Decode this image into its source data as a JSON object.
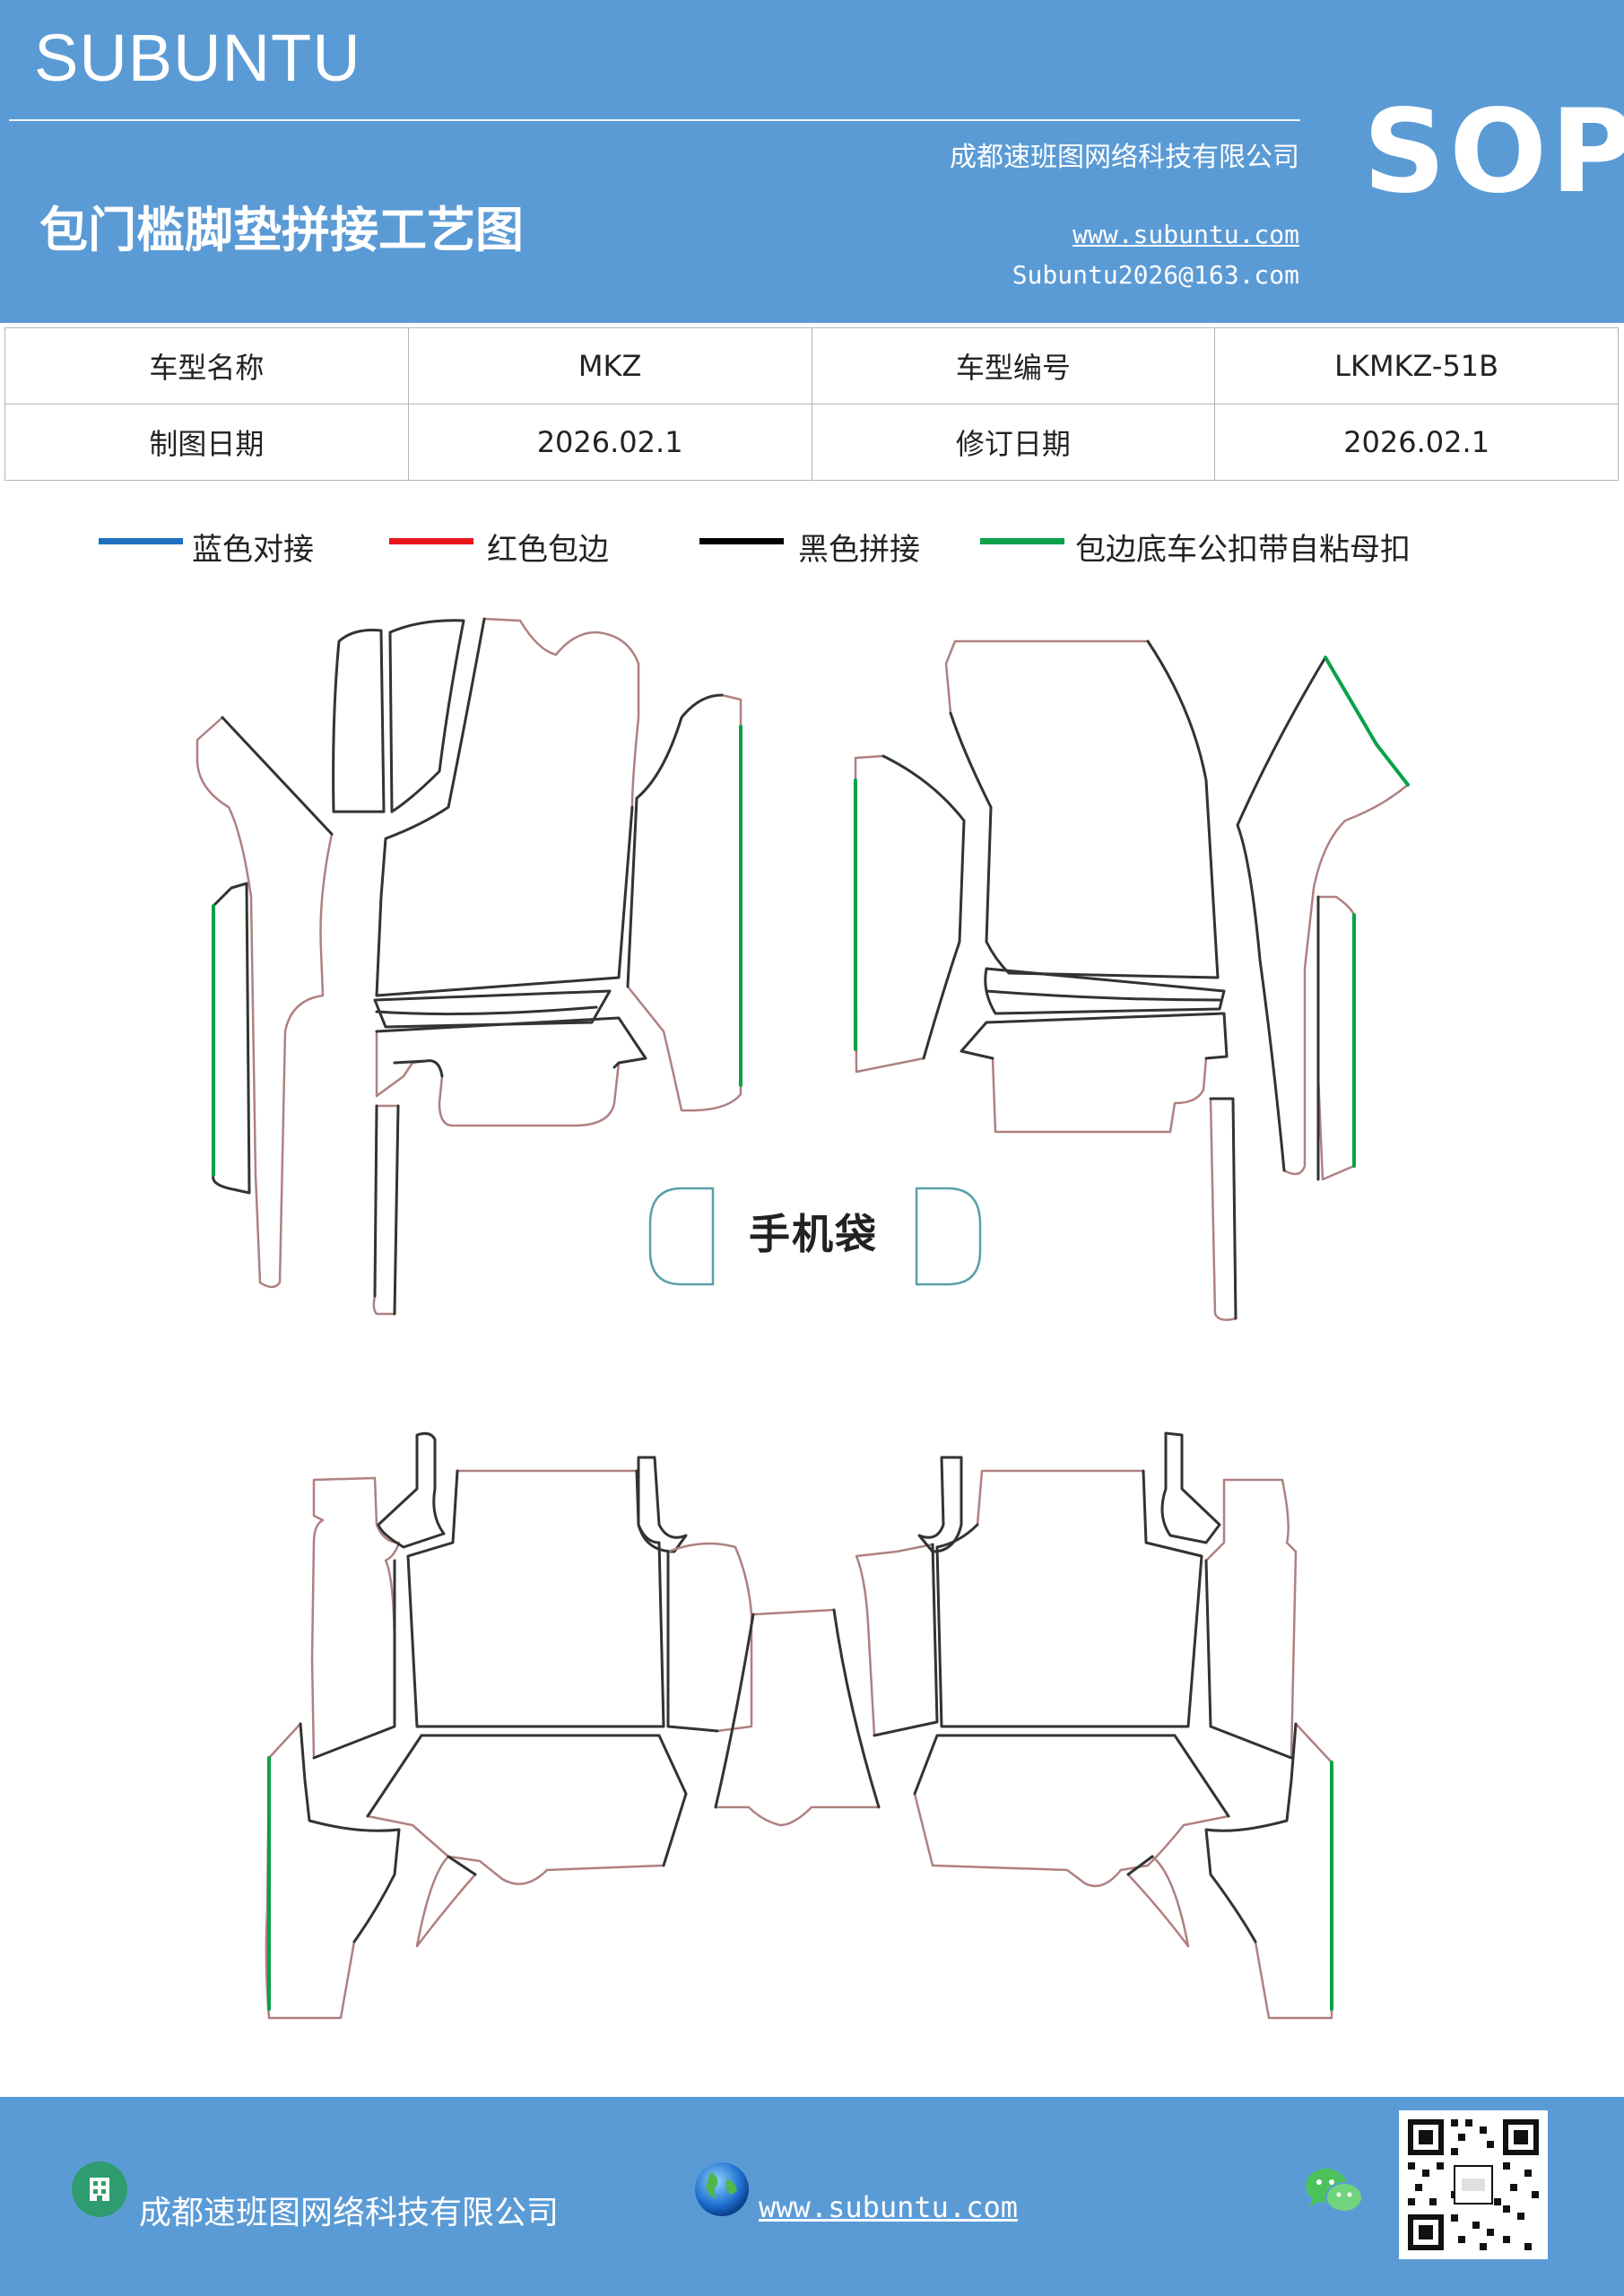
{
  "header": {
    "brand": "SUBUNTU",
    "company": "成都速班图网络科技有限公司",
    "title": "包门槛脚垫拼接工艺图",
    "website": "www.subuntu.com",
    "email": "Subuntu2026@163.com",
    "sop": "SOP",
    "background": "#5b9bd5"
  },
  "info": {
    "model_name_label": "车型名称",
    "model_name": "MKZ",
    "model_code_label": "车型编号",
    "model_code": "LKMKZ-51B",
    "draw_date_label": "制图日期",
    "draw_date": "2026.02.1",
    "revise_date_label": "修订日期",
    "revise_date": "2026.02.1"
  },
  "legend": [
    {
      "label": "蓝色对接",
      "color": "#1f6fc1"
    },
    {
      "label": "红色包边",
      "color": "#e8141c"
    },
    {
      "label": "黑色拼接",
      "color": "#000000"
    },
    {
      "label": "包边底车公扣带自粘母扣",
      "color": "#0aa14a"
    }
  ],
  "diagram": {
    "phone_pocket_label": "手机袋"
  },
  "footer": {
    "company": "成都速班图网络科技有限公司",
    "website": "www.subuntu.com",
    "building_icon": "building-icon",
    "globe_icon": "globe-icon",
    "wechat_icon": "wechat-icon",
    "qr_code": "qr-code"
  }
}
